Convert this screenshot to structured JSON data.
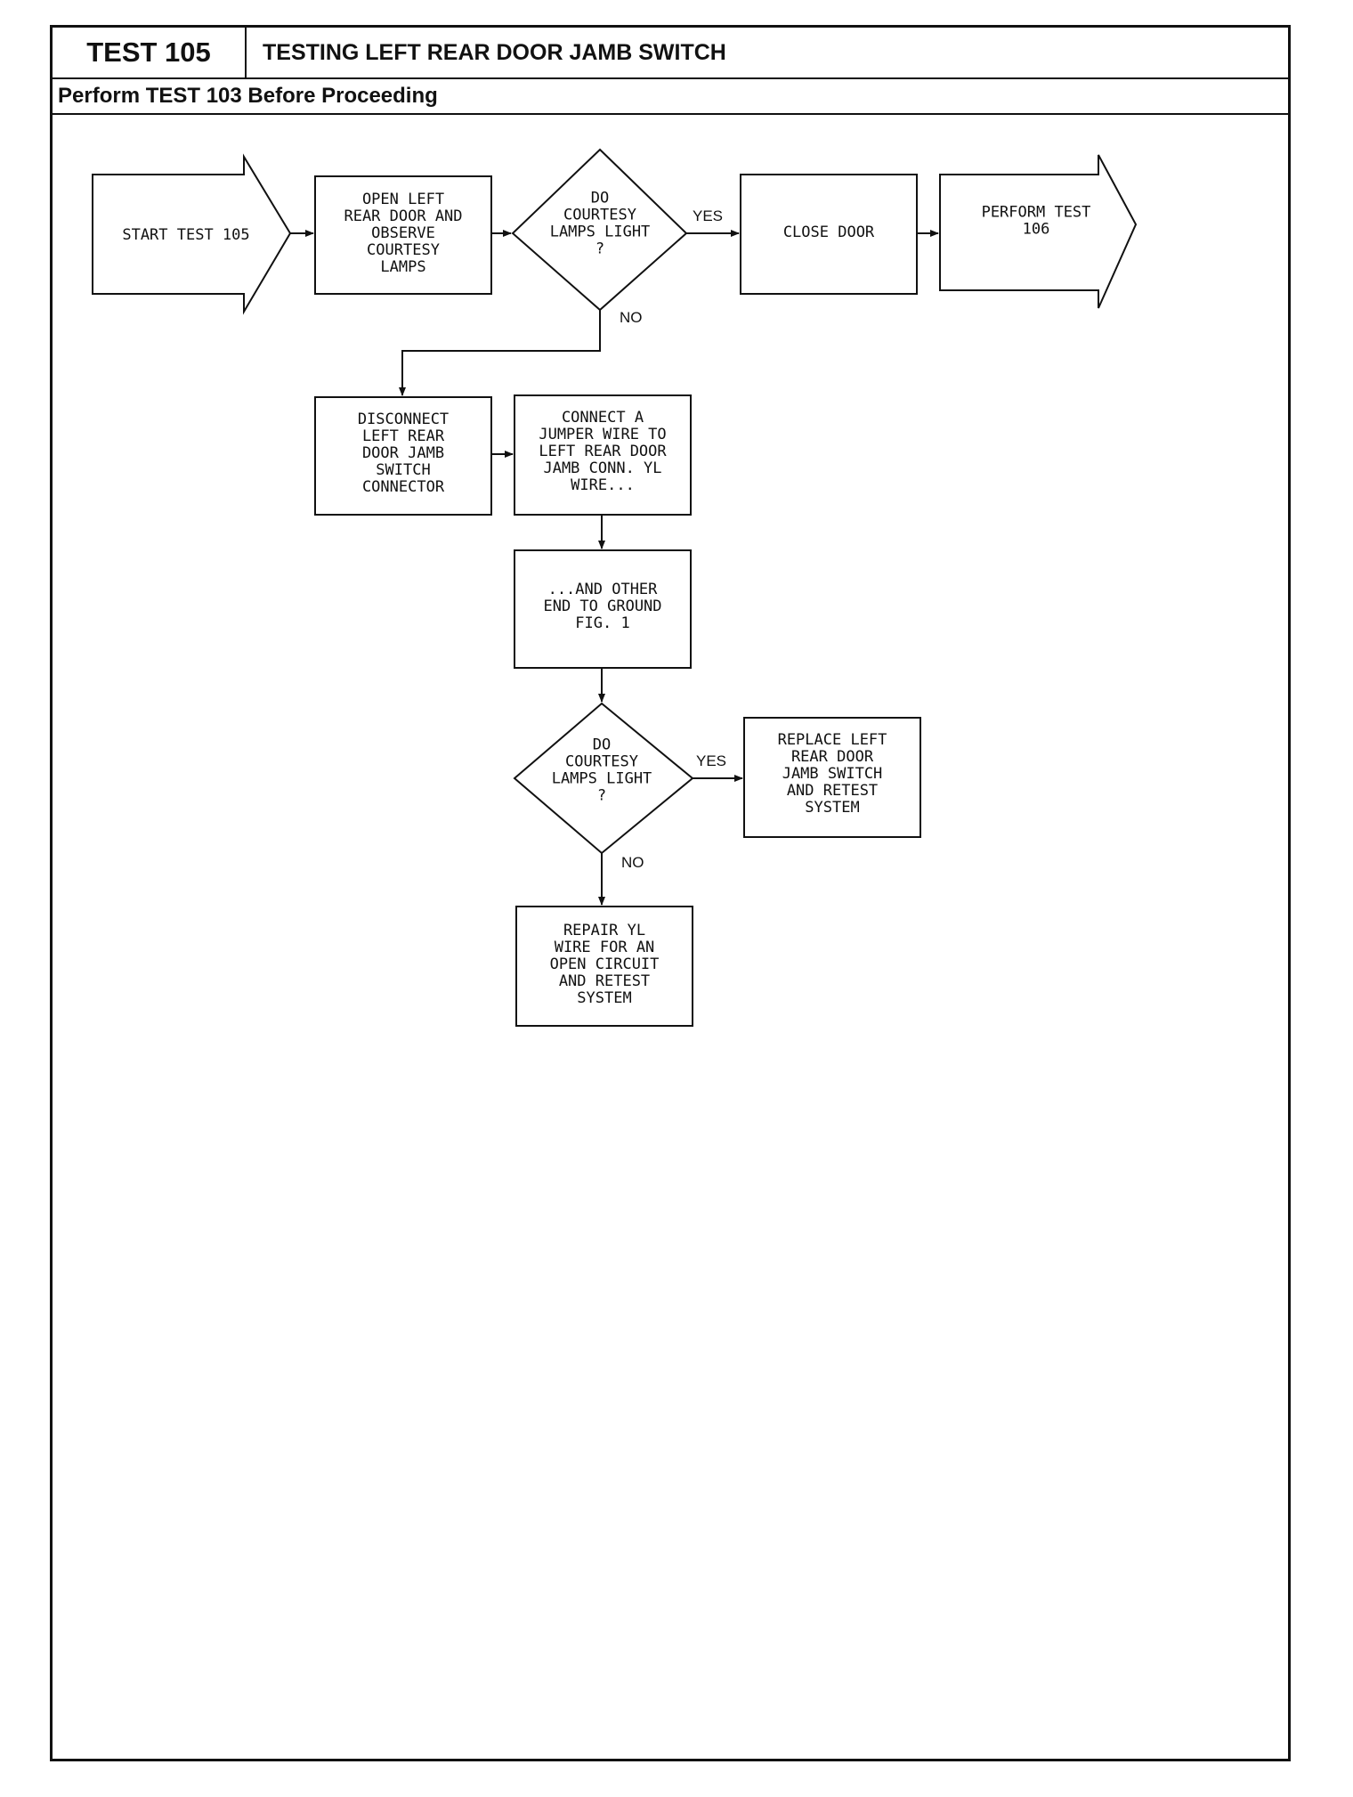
{
  "header": {
    "test_number": "TEST 105",
    "title": "TESTING LEFT REAR DOOR JAMB SWITCH"
  },
  "subheader": "Perform TEST 103 Before Proceeding",
  "flow": {
    "start": [
      "START TEST 105"
    ],
    "open_door": [
      "OPEN LEFT",
      "REAR DOOR AND",
      "OBSERVE",
      "COURTESY",
      "LAMPS"
    ],
    "decision1": [
      "DO",
      "COURTESY",
      "LAMPS LIGHT",
      "?"
    ],
    "yes1": "YES",
    "no1": "NO",
    "close_door": [
      "CLOSE DOOR"
    ],
    "perform_next": [
      "PERFORM TEST",
      "106"
    ],
    "disconnect": [
      "DISCONNECT",
      "LEFT REAR",
      "DOOR JAMB",
      "SWITCH",
      "CONNECTOR"
    ],
    "connect_jumper": [
      "CONNECT A",
      "JUMPER WIRE TO",
      "LEFT REAR DOOR",
      "JAMB CONN. YL",
      "WIRE..."
    ],
    "other_end": [
      "...AND OTHER",
      "END TO GROUND",
      "FIG. 1"
    ],
    "decision2": [
      "DO",
      "COURTESY",
      "LAMPS LIGHT",
      "?"
    ],
    "yes2": "YES",
    "no2": "NO",
    "replace_switch": [
      "REPLACE LEFT",
      "REAR DOOR",
      "JAMB SWITCH",
      "AND RETEST",
      "SYSTEM"
    ],
    "repair_wire": [
      "REPAIR YL",
      "WIRE FOR AN",
      "OPEN CIRCUIT",
      "AND RETEST",
      "SYSTEM"
    ]
  }
}
